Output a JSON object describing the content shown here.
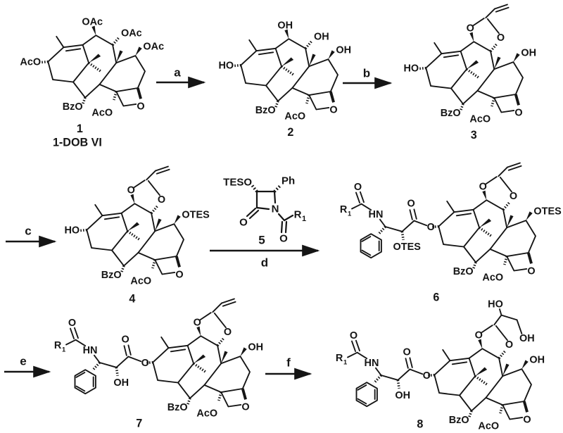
{
  "scheme": {
    "background": "#ffffff",
    "ink_color": "#151515",
    "arrows": {
      "a": "a",
      "b": "b",
      "c": "c",
      "d": "d",
      "e": "e",
      "f": "f"
    },
    "compounds": {
      "cmpd1": {
        "number": "1",
        "name": "1-DOB VI",
        "c13": "AcO",
        "c10": "OAc",
        "c9": "OAc",
        "c7": "OAc",
        "bzo": "BzO",
        "aco": "AcO",
        "oxetane_o": "O"
      },
      "cmpd2": {
        "number": "2",
        "c13": "HO",
        "c10": "OH",
        "c9": "OH",
        "c7": "OH",
        "bzo": "BzO",
        "aco": "AcO",
        "oxetane_o": "O"
      },
      "cmpd3": {
        "number": "3",
        "c13": "HO",
        "o1": "O",
        "o2": "O",
        "c7": "OH",
        "bzo": "BzO",
        "aco": "AcO",
        "oxetane_o": "O"
      },
      "cmpd4": {
        "number": "4",
        "c13": "HO",
        "o1": "O",
        "o2": "O",
        "c7": "OTES",
        "bzo": "BzO",
        "aco": "AcO",
        "oxetane_o": "O"
      },
      "cmpd5": {
        "number": "5",
        "teso": "TESO",
        "ph": "Ph",
        "n": "N",
        "ketone_o": "O",
        "acyl_o": "O",
        "r": "R",
        "r_sub": "1"
      },
      "cmpd6": {
        "number": "6",
        "o1": "O",
        "o2": "O",
        "c7": "OTES",
        "bzo": "BzO",
        "aco": "AcO",
        "oxetane_o": "O",
        "r": "R",
        "r_sub": "1",
        "amide_o": "O",
        "hn": "HN",
        "c2p": "OTES",
        "ester_dbl_o": "O",
        "ester_o": "O"
      },
      "cmpd7": {
        "number": "7",
        "o1": "O",
        "o2": "O",
        "c7": "OH",
        "bzo": "BzO",
        "aco": "AcO",
        "oxetane_o": "O",
        "r": "R",
        "r_sub": "1",
        "amide_o": "O",
        "hn": "HN",
        "c2p": "OH",
        "ester_dbl_o": "O",
        "ester_o": "O"
      },
      "cmpd8": {
        "number": "8",
        "o1": "O",
        "o2": "O",
        "glycol_ho": "HO",
        "glycol_oh": "OH",
        "c7": "OH",
        "bzo": "BzO",
        "aco": "AcO",
        "oxetane_o": "O",
        "r": "R",
        "r_sub": "1",
        "amide_o": "O",
        "hn": "HN",
        "c2p": "OH",
        "ester_dbl_o": "O",
        "ester_o": "O"
      }
    }
  }
}
